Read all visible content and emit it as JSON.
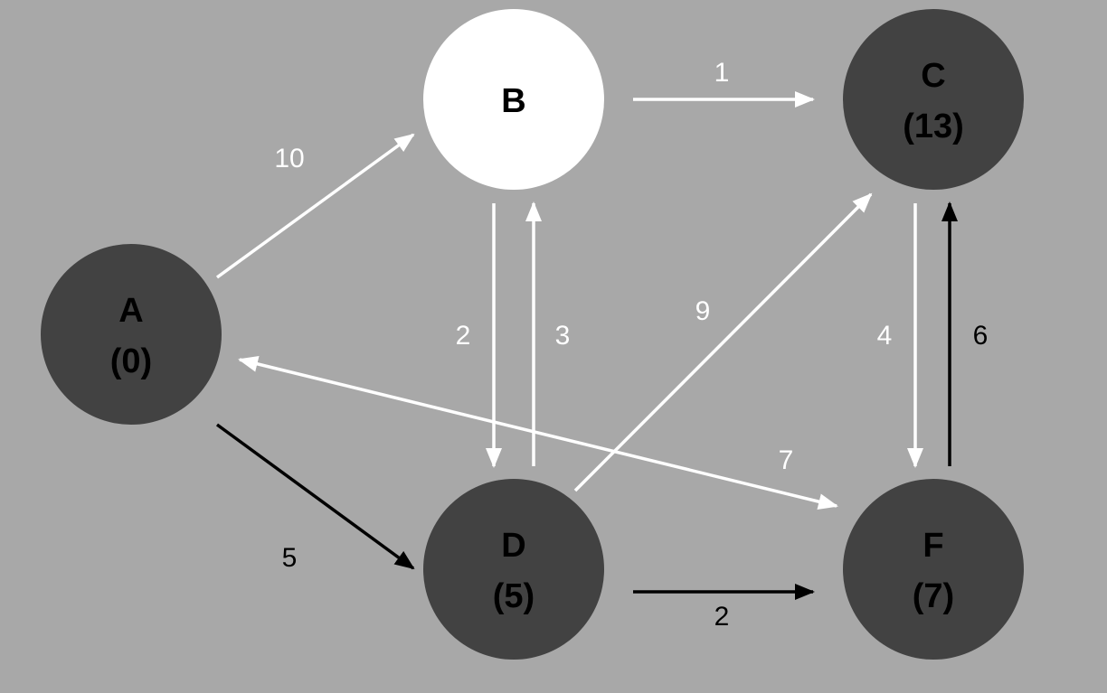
{
  "graph": {
    "background": "#a8a8a8",
    "colors": {
      "visited_node": "#424242",
      "current_node": "#ffffff",
      "visited_text": "#000000",
      "current_text": "#000000",
      "edge_white": "#ffffff",
      "edge_black": "#000000"
    },
    "nodes": [
      {
        "id": "A",
        "label": "A",
        "distance": "(0)",
        "state": "visited"
      },
      {
        "id": "B",
        "label": "B",
        "distance": "",
        "state": "current"
      },
      {
        "id": "C",
        "label": "C",
        "distance": "(13)",
        "state": "visited"
      },
      {
        "id": "D",
        "label": "D",
        "distance": "(5)",
        "state": "visited"
      },
      {
        "id": "F",
        "label": "F",
        "distance": "(7)",
        "state": "visited"
      }
    ],
    "edges": [
      {
        "id": "A-B",
        "from": "A",
        "to": "B",
        "weight": "10",
        "color": "white"
      },
      {
        "id": "B-C",
        "from": "B",
        "to": "C",
        "weight": "1",
        "color": "white"
      },
      {
        "id": "B-D",
        "from": "B",
        "to": "D",
        "weight": "2",
        "color": "white"
      },
      {
        "id": "D-B",
        "from": "D",
        "to": "B",
        "weight": "3",
        "color": "white"
      },
      {
        "id": "D-C",
        "from": "D",
        "to": "C",
        "weight": "9",
        "color": "white"
      },
      {
        "id": "C-F",
        "from": "C",
        "to": "F",
        "weight": "4",
        "color": "white"
      },
      {
        "id": "F-C",
        "from": "F",
        "to": "C",
        "weight": "6",
        "color": "black"
      },
      {
        "id": "F-A",
        "from": "F",
        "to": "A",
        "weight": "7",
        "color": "white"
      },
      {
        "id": "A-D",
        "from": "A",
        "to": "D",
        "weight": "5",
        "color": "black"
      },
      {
        "id": "D-F",
        "from": "D",
        "to": "F",
        "weight": "2",
        "color": "black"
      }
    ]
  }
}
